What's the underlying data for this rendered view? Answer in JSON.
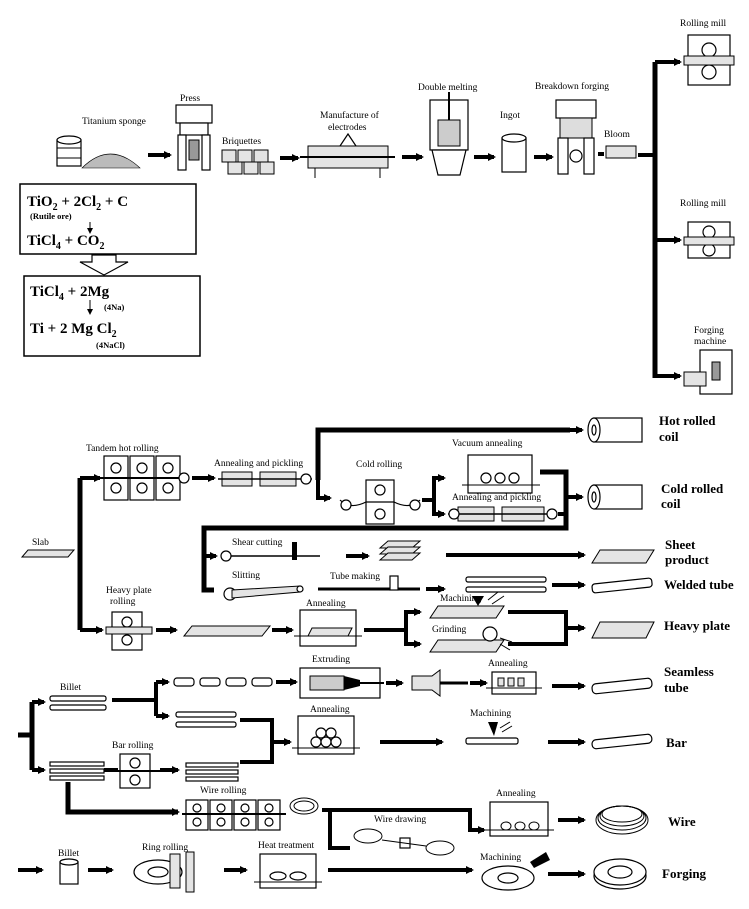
{
  "stage1": {
    "titanium_sponge": "Titanium sponge",
    "press": "Press",
    "briquettes": "Briquettes",
    "electrodes_line1": "Manufacture of",
    "electrodes_line2": "electrodes",
    "double_melting": "Double melting",
    "ingot": "Ingot",
    "breakdown_forging": "Breakdown forging",
    "bloom": "Bloom",
    "rolling_mill_1": "Rolling mill",
    "rolling_mill_2": "Rolling mill",
    "forging_machine_line1": "Forging",
    "forging_machine_line2": "machine"
  },
  "chemistry": {
    "box1_line1": {
      "a": "TiO",
      "a_sub": "2",
      "b": " + 2Cl",
      "b_sub": "2",
      "c": " + C"
    },
    "box1_note": "(Rutile ore)",
    "box1_line2": {
      "a": "TiCl",
      "a_sub": "4",
      "b": " + CO",
      "b_sub": "2"
    },
    "box2_line1": {
      "a": "TiCl",
      "a_sub": "4",
      "b": " + 2Mg"
    },
    "box2_note1": "(4Na)",
    "box2_line2": "Ti + 2 Mg Cl",
    "box2_line2_sub": "2",
    "box2_note2": "(4NaCl)"
  },
  "flat": {
    "slab": "Slab",
    "tandem_hot_rolling": "Tandem hot rolling",
    "annealing_pickling_1": "Annealing and pickling",
    "cold_rolling": "Cold rolling",
    "vacuum_annealing": "Vacuum annealing",
    "annealing_pickling_2": "Annealing and pickling",
    "shear_cutting": "Shear cutting",
    "slitting": "Slitting",
    "tube_making": "Tube making",
    "heavy_plate_rolling_line1": "Heavy plate",
    "heavy_plate_rolling_line2": "rolling",
    "annealing_plate": "Annealing",
    "machining_plate": "Machining",
    "grinding": "Grinding"
  },
  "long": {
    "billet_1": "Billet",
    "extruding": "Extruding",
    "annealing_tube": "Annealing",
    "annealing_bar": "Annealing",
    "machining_bar": "Machining",
    "bar_rolling": "Bar rolling",
    "wire_rolling": "Wire rolling",
    "wire_drawing": "Wire drawing",
    "annealing_wire": "Annealing",
    "billet_2": "Billet",
    "ring_rolling": "Ring rolling",
    "heat_treatment": "Heat treatment",
    "machining_forging": "Machining"
  },
  "products": {
    "hot_rolled_coil_line1": "Hot rolled",
    "hot_rolled_coil_line2": "coil",
    "cold_rolled_coil_line1": "Cold rolled",
    "cold_rolled_coil_line2": "coil",
    "sheet_product_line1": "Sheet",
    "sheet_product_line2": "product",
    "welded_tube": "Welded tube",
    "heavy_plate": "Heavy plate",
    "seamless_tube_line1": "Seamless",
    "seamless_tube_line2": "tube",
    "bar": "Bar",
    "wire": "Wire",
    "forging": "Forging"
  }
}
